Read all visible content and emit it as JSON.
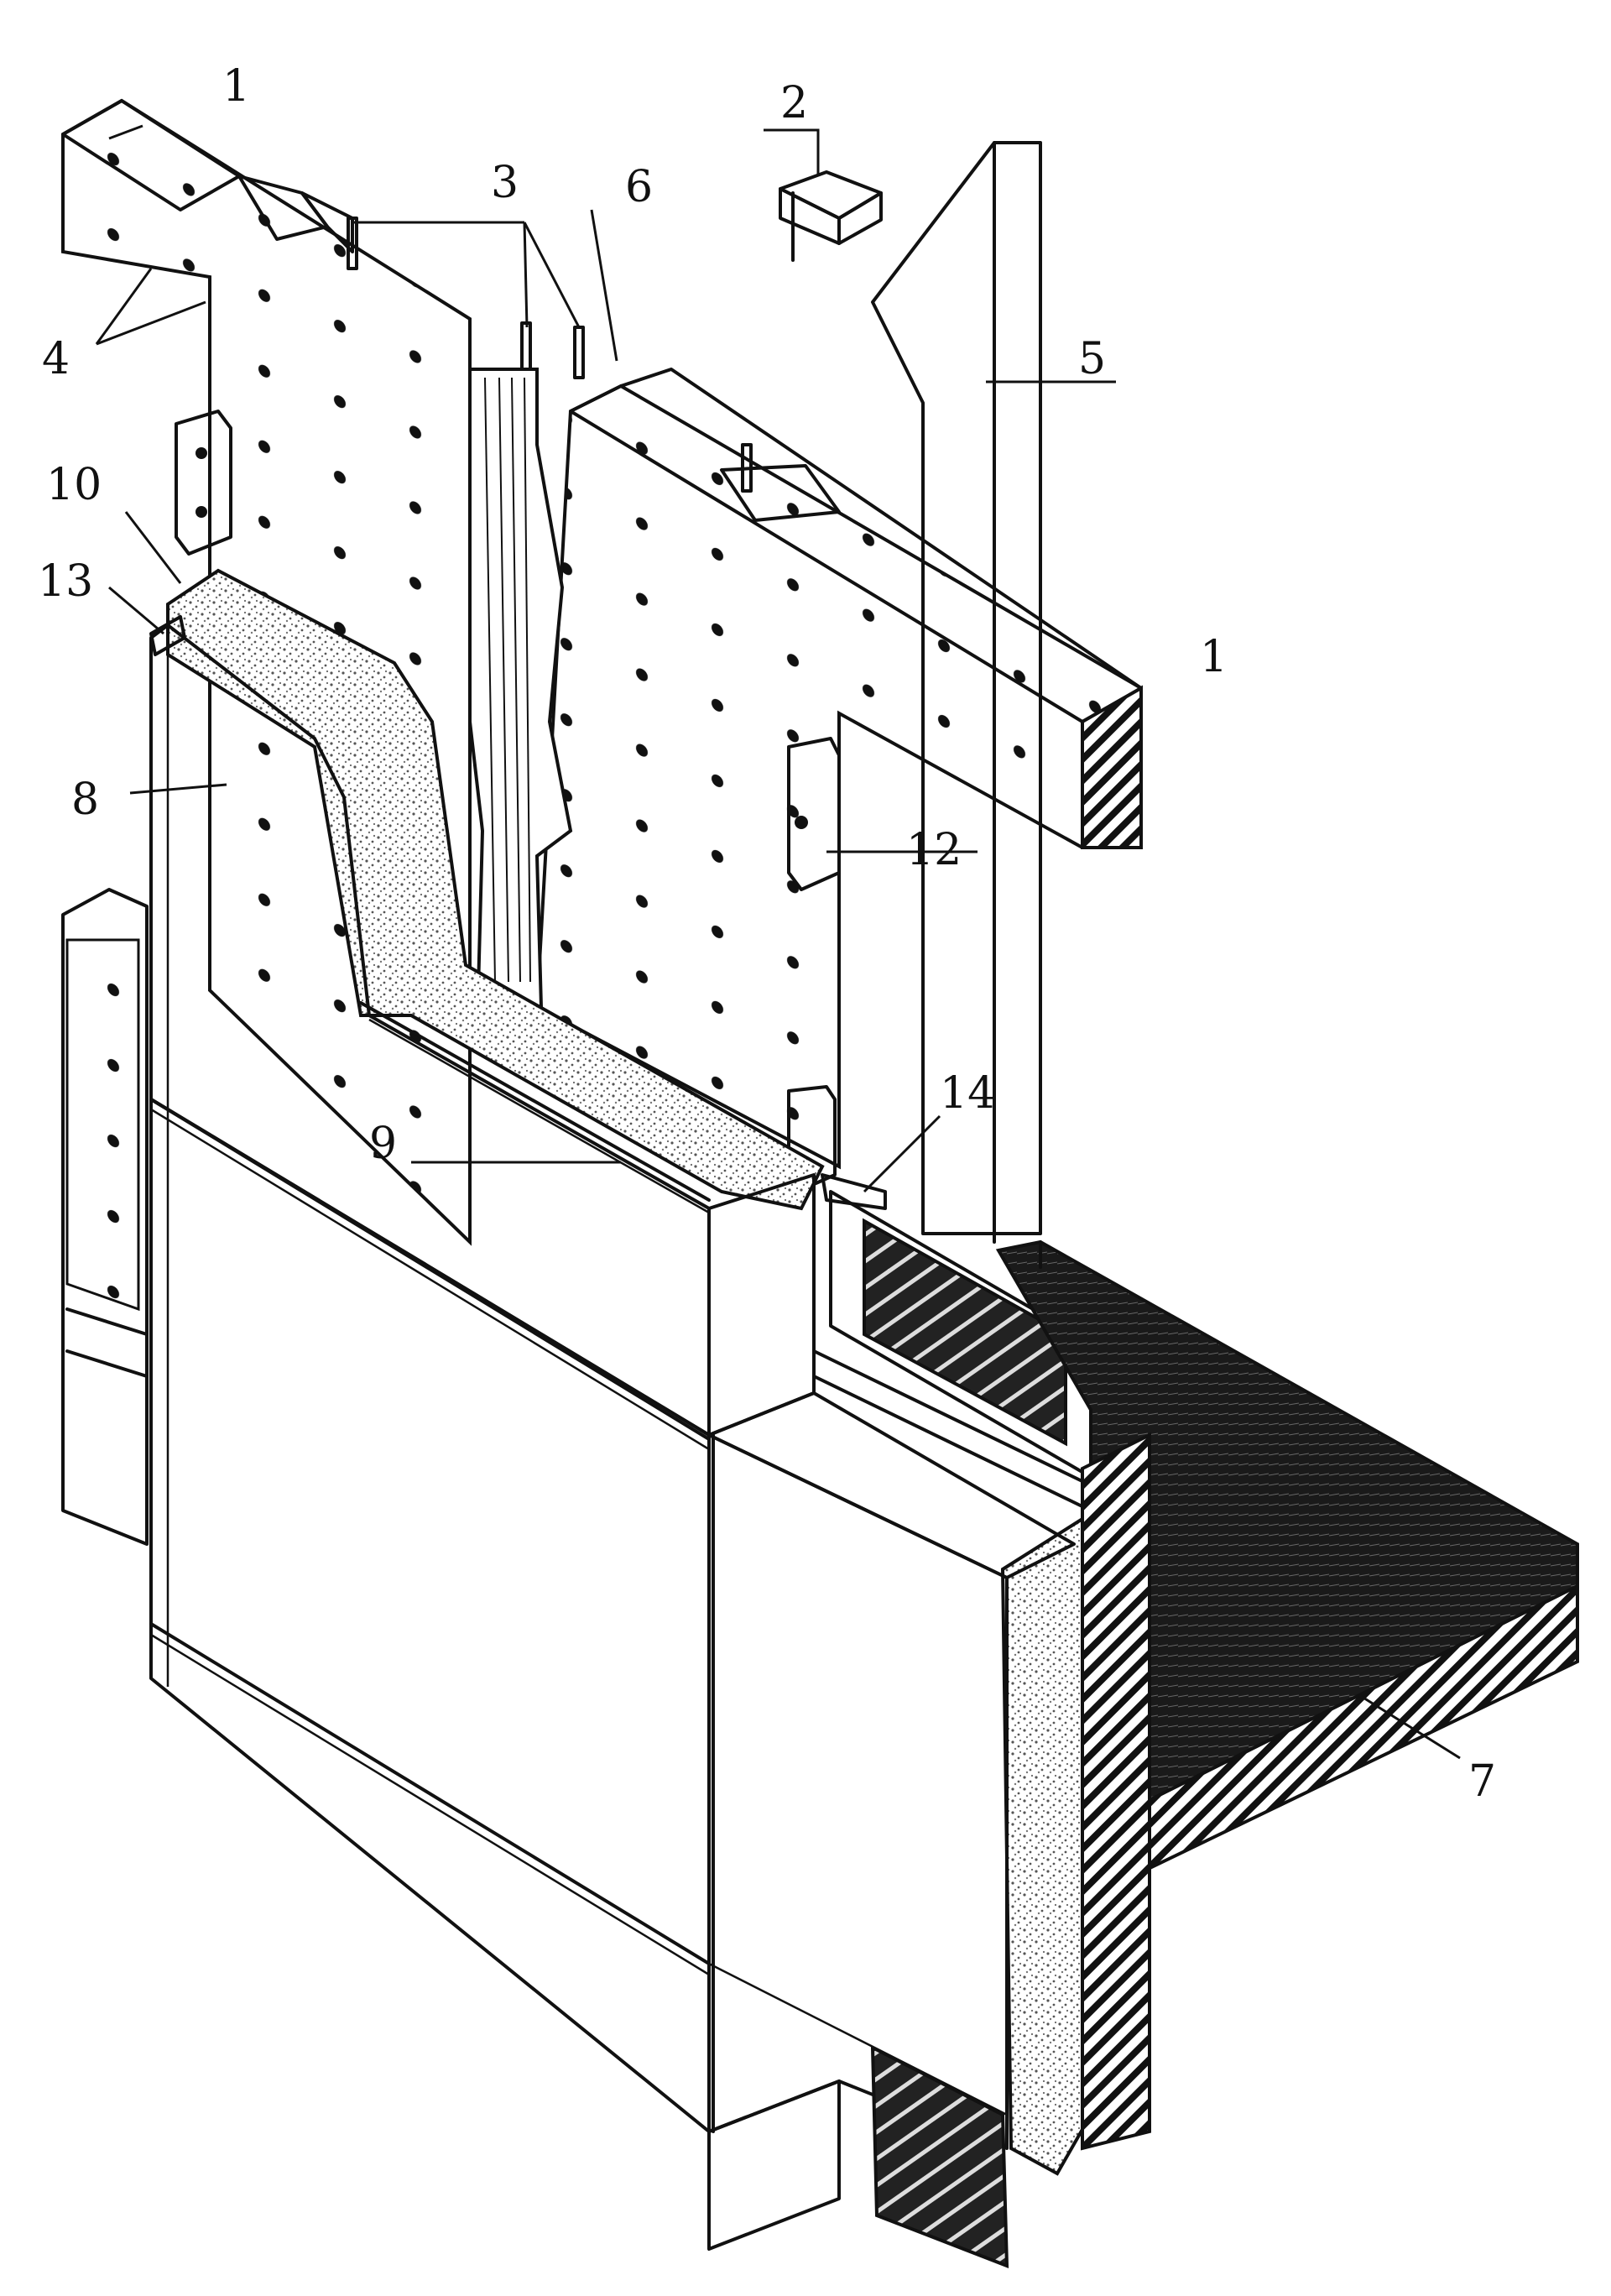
{
  "figure": {
    "labels": [
      {
        "id": "beam-top",
        "text": "1"
      },
      {
        "id": "beam-right",
        "text": "1"
      },
      {
        "id": "block",
        "text": "2"
      },
      {
        "id": "bolts",
        "text": "3"
      },
      {
        "id": "holes",
        "text": "4"
      },
      {
        "id": "column",
        "text": "5"
      },
      {
        "id": "joint",
        "text": "6"
      },
      {
        "id": "slab",
        "text": "7"
      },
      {
        "id": "panel",
        "text": "8"
      },
      {
        "id": "channel",
        "text": "9"
      },
      {
        "id": "insulation",
        "text": "10"
      },
      {
        "id": "bracket",
        "text": "12"
      },
      {
        "id": "frame",
        "text": "13"
      },
      {
        "id": "sill",
        "text": "14"
      }
    ]
  },
  "colors": {
    "ink": "#111111",
    "paper": "#ffffff",
    "fill_dark": "#1a1a1a",
    "speckle": "#555555"
  }
}
